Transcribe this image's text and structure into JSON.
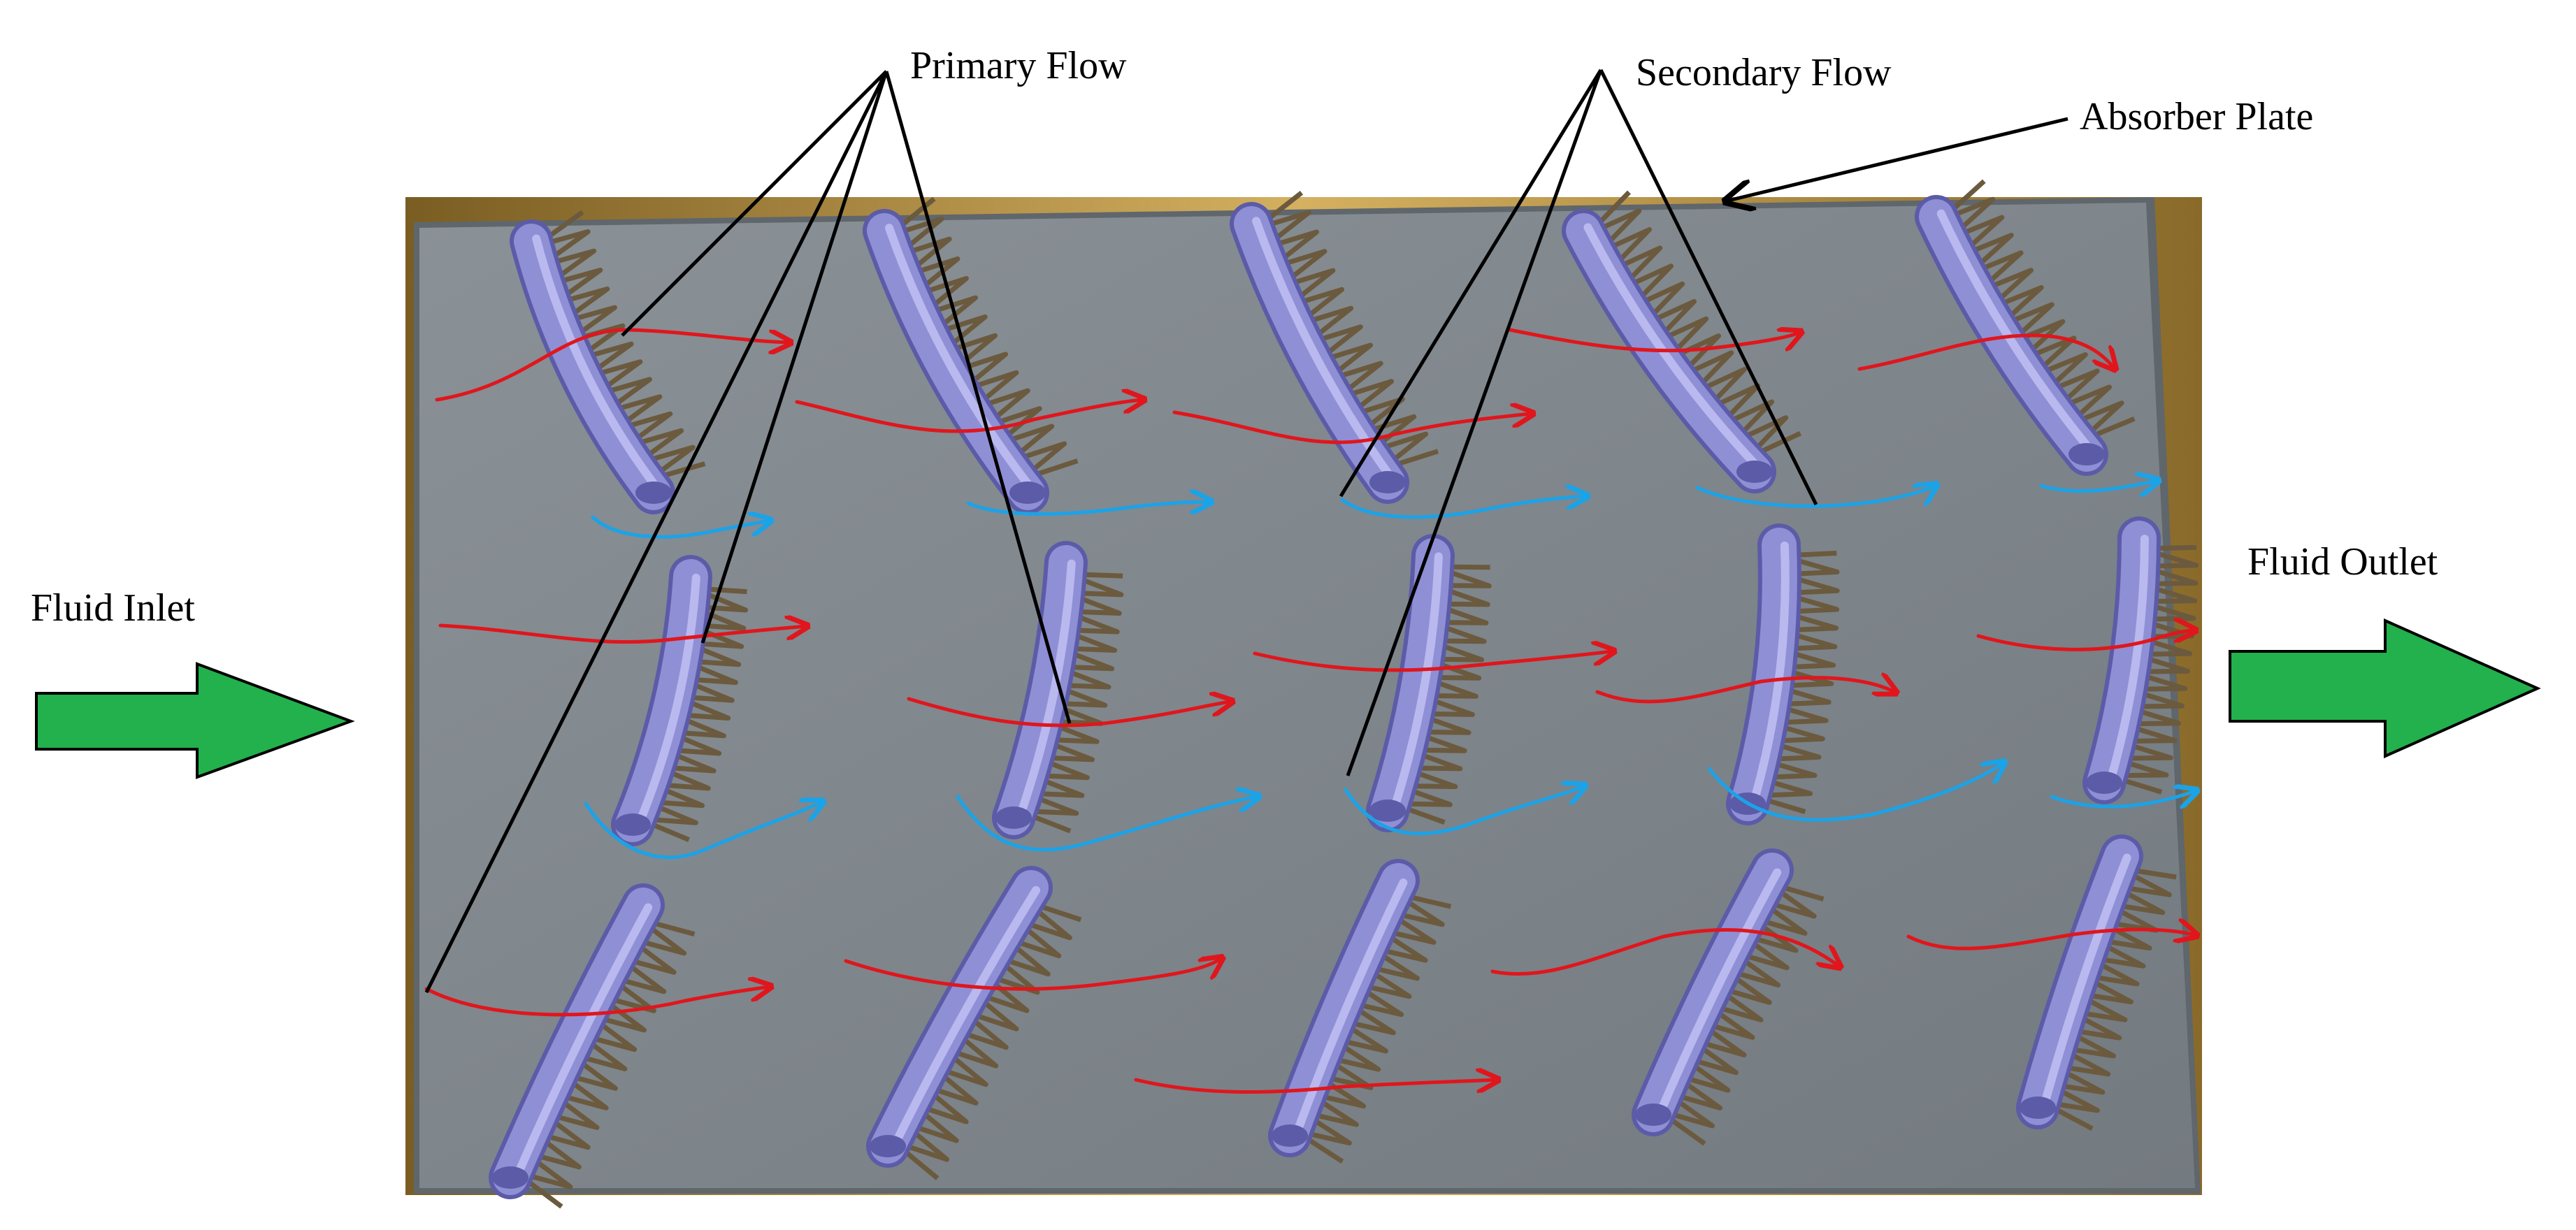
{
  "labels": {
    "primary_flow": "Primary Flow",
    "secondary_flow": "Secondary Flow",
    "absorber_plate": "Absorber Plate",
    "fluid_inlet": "Fluid Inlet",
    "fluid_outlet": "Fluid Outlet"
  },
  "colors": {
    "plate": "#7f868c",
    "plate_edge": "#5f666c",
    "frame_gold": "#b08a3a",
    "tube": "#8f8fd6",
    "tube_highlight": "#b9b9ef",
    "tube_shadow": "#5b5ba8",
    "coil": "#6b5a3e",
    "primary_arrow": "#e0161c",
    "secondary_arrow": "#1ba3e8",
    "inlet_outlet_arrow": "#22b14c",
    "leader": "#000000"
  }
}
